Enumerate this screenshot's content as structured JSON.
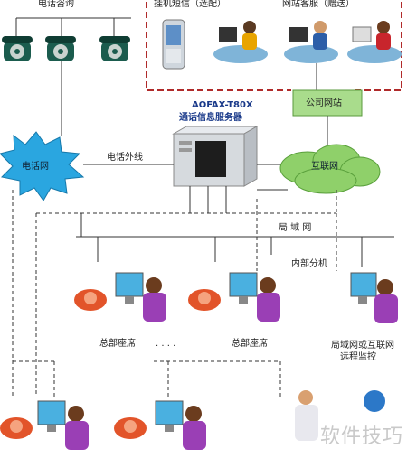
{
  "labels": {
    "phone_consult": "电话咨询",
    "sms_hangup": "挂机短信（选配）",
    "web_support": "网站客服（赠送）",
    "server_model": "AOFAX-T80X",
    "server_name": "通话信息服务器",
    "company_site": "公司网站",
    "phone_network": "电话网",
    "outside_line": "电话外线",
    "internet": "互联网",
    "lan": "局 域 网",
    "internal_ext": "内部分机",
    "hq_seat_1": "总部座席",
    "ellipsis": ". . . .",
    "hq_seat_2": "总部座席",
    "remote_monitor_1": "局域网或互联网",
    "remote_monitor_2": "远程监控"
  },
  "watermark": "软件技巧",
  "colors": {
    "cloud_blue": "#2aa6e0",
    "cloud_green": "#8fd06a",
    "dashed_red": "#b02a2a",
    "line": "#333333",
    "server_title": "#1a3a8a"
  }
}
